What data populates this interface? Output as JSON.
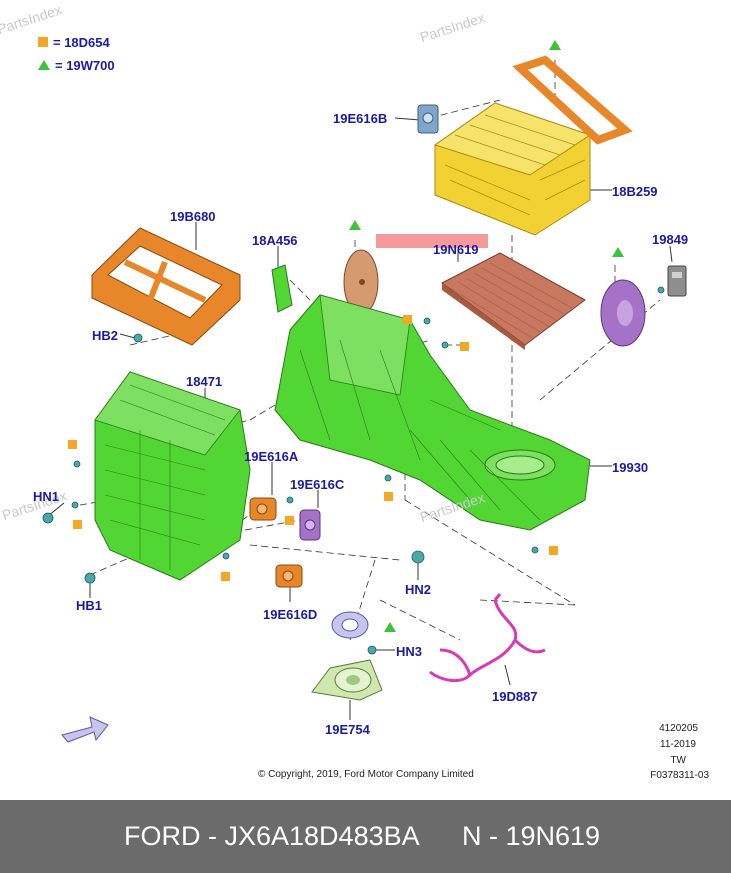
{
  "watermarks": [
    "PartsIndex",
    "PartsIndex",
    "PartsIndex",
    "PartsIndex"
  ],
  "legend": [
    {
      "symbol": "square",
      "color": "#f5a623",
      "text": "= 18D654"
    },
    {
      "symbol": "triangle",
      "color": "#39c439",
      "text": "= 19W700"
    }
  ],
  "labels": {
    "p19E616B": "19E616B",
    "p18B259": "18B259",
    "p19B680": "19B680",
    "p18A456": "18A456",
    "p19N619": "19N619",
    "p19849": "19849",
    "pHB2": "HB2",
    "p18471": "18471",
    "p19E616A": "19E616A",
    "p19E616C": "19E616C",
    "pHN1": "HN1",
    "p19930": "19930",
    "pHB1": "HB1",
    "pHN2": "HN2",
    "p19E616D": "19E616D",
    "pHN3": "HN3",
    "p19D887": "19D887",
    "p19E754": "19E754"
  },
  "meta": {
    "code1": "4120205",
    "date": "11-2019",
    "region": "TW",
    "figure": "F0378311-03"
  },
  "copyright": "© Copyright, 2019, Ford Motor Company Limited",
  "footer": {
    "part": "FORD - JX6A18D483BA",
    "ref": "N - 19N619"
  },
  "colors": {
    "label_blue": "#1a1aa6",
    "green_housing": "#52d633",
    "yellow_housing": "#f2d233",
    "orange_frame": "#e8862a",
    "filter_brown": "#c97860",
    "purple_seal": "#a572c8",
    "magenta_harness": "#d83ab4",
    "highlight": "#f59a9a",
    "footer_bg": "#6b6b6b"
  }
}
